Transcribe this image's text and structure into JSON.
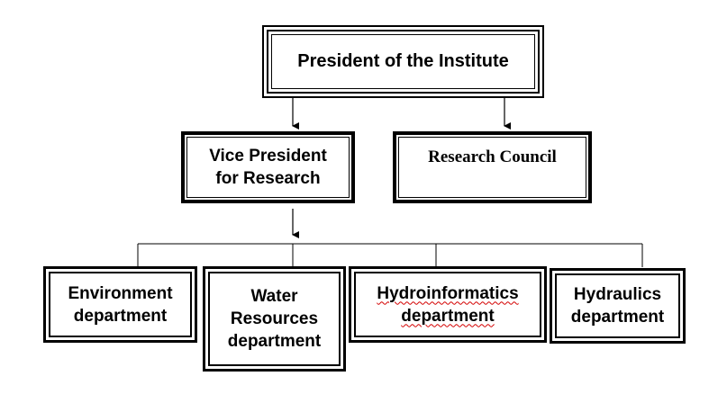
{
  "org_chart": {
    "president": "President of the Institute",
    "vice_president": "Vice President\nfor Research",
    "research_council": "Research Council",
    "departments": [
      "Environment\ndepartment",
      "Water\nResources\ndepartment",
      "Hydroinformatics\ndepartment",
      "Hydraulics\ndepartment"
    ]
  },
  "colors": {
    "line": "#000000",
    "spellcheck_underline": "#d40000"
  }
}
